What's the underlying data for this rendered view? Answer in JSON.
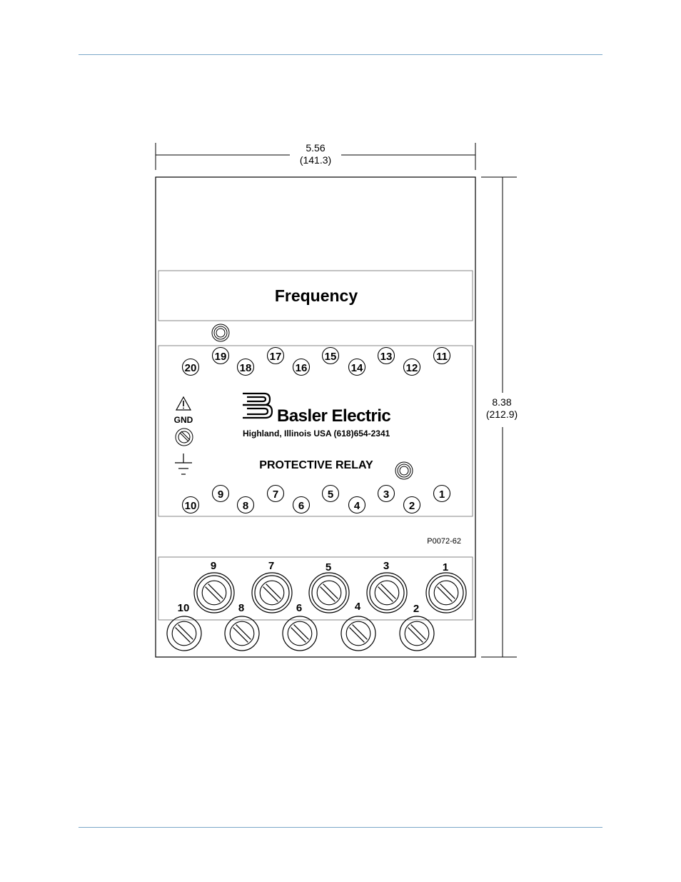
{
  "dimensions": {
    "width_in": "5.56",
    "width_mm": "(141.3)",
    "height_in": "8.38",
    "height_mm": "(212.9)"
  },
  "faceplate": {
    "label": "Frequency",
    "gnd_label": "GND",
    "brand": "Basler Electric",
    "address": "Highland, Illinois USA (618)654-2341",
    "product": "PROTECTIVE RELAY",
    "drawing_number": "P0072-62"
  },
  "terminals_top": {
    "upper": [
      "19",
      "17",
      "15",
      "13",
      "11"
    ],
    "lower": [
      "20",
      "18",
      "16",
      "14",
      "12"
    ]
  },
  "terminals_bottom": {
    "upper": [
      "9",
      "7",
      "5",
      "3",
      "1"
    ],
    "lower": [
      "10",
      "8",
      "6",
      "4",
      "2"
    ]
  },
  "rear_terminals": {
    "upper": [
      "9",
      "7",
      "5",
      "3",
      "1"
    ],
    "lower": [
      "10",
      "8",
      "6",
      "4",
      "2"
    ]
  },
  "icons": [
    "warning-icon",
    "ground-symbol-icon",
    "basler-logo-icon",
    "screw-icon"
  ]
}
